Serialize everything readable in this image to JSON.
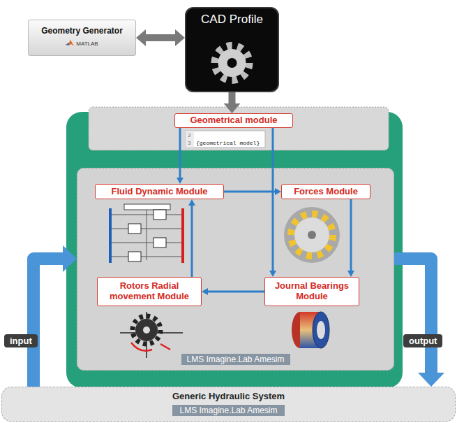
{
  "diagram": {
    "nodes": [
      {
        "text": [
          "Geometry Generator",
          "MATLAB"
        ]
      },
      {
        "text": [
          "CAD Profile"
        ]
      },
      {
        "text": [
          "Geometrical module"
        ]
      },
      {
        "text": [
          "LMS Imagine.Lab Amesim"
        ]
      },
      {
        "text": [
          "Fluid Dynamic Module"
        ],
        "in": 3
      },
      {
        "text": [
          "Forces Module"
        ],
        "in": 3
      },
      {
        "text": [
          "Rotors Radial movement Module"
        ],
        "in": 3
      },
      {
        "text": [
          "Journal Bearings Module"
        ],
        "in": 3
      },
      {
        "text": [
          "Generic Hydraulic System",
          "LMS Imagine.Lab Amesim"
        ]
      }
    ],
    "edges": [
      {
        "from": 0,
        "to": 1,
        "arrow": "both"
      },
      {
        "from": 1,
        "to": 2,
        "arrow": "to"
      },
      {
        "from": 2,
        "to": 4,
        "arrow": "to"
      },
      {
        "from": 2,
        "to": 7,
        "arrow": "to"
      },
      {
        "from": 4,
        "to": 5,
        "arrow": "to"
      },
      {
        "from": 5,
        "to": 7,
        "arrow": "to"
      },
      {
        "from": 7,
        "to": 6,
        "arrow": "to"
      },
      {
        "from": 6,
        "to": 4,
        "arrow": "to"
      },
      {
        "from": 8,
        "to": 3,
        "label": "input",
        "arrow": "to"
      },
      {
        "from": 3,
        "to": 8,
        "label": "output",
        "arrow": "to"
      }
    ],
    "labels": [
      "2",
      "3",
      "{geometrical model}"
    ]
  }
}
